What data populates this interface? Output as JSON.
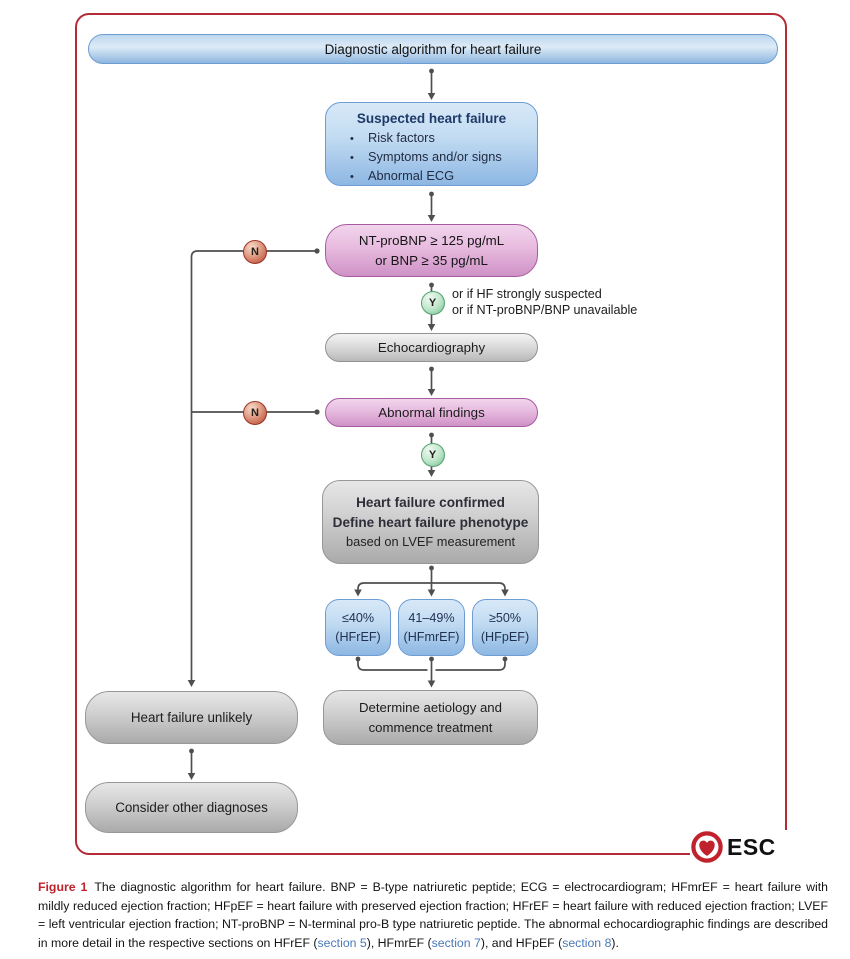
{
  "figure": {
    "banner": "Diagnostic algorithm for heart failure",
    "suspected": {
      "title": "Suspected heart failure",
      "bullets": [
        "Risk factors",
        "Symptoms and/or signs",
        "Abnormal ECG"
      ]
    },
    "nt": {
      "line1": "NT-proBNP ≥ 125 pg/mL",
      "line2": "or BNP ≥ 35 pg/mL"
    },
    "yes_note": {
      "line1": "or if HF strongly suspected",
      "line2": "or if NT-proBNP/BNP unavailable"
    },
    "echo": "Echocardiography",
    "abnormal": "Abnormal findings",
    "confirmed": {
      "line1": "Heart failure confirmed",
      "line2": "Define heart failure phenotype",
      "line3": "based on LVEF measurement"
    },
    "lvef": [
      {
        "range": "≤40%",
        "label": "(HFrEF)"
      },
      {
        "range": "41–49%",
        "label": "(HFmrEF)"
      },
      {
        "range": "≥50%",
        "label": "(HFpEF)"
      }
    ],
    "determine": {
      "line1": "Determine aetiology and",
      "line2": "commence treatment"
    },
    "unlikely": "Heart failure unlikely",
    "consider": "Consider other diagnoses",
    "badge_no": "N",
    "badge_yes": "Y",
    "logo_text": "ESC"
  },
  "caption": {
    "label": "Figure 1",
    "text1": "The diagnostic algorithm for heart failure. BNP = B-type natriuretic peptide; ECG = electrocardiogram; HFmrEF = heart failure with mildly reduced ejection fraction; HFpEF = heart failure with preserved ejection fraction; HFrEF = heart failure with reduced ejection fraction; LVEF = left ventricular ejection fraction; NT-proBNP = N-terminal pro-B type natriuretic peptide. The abnormal echocardiographic findings are described in more detail in the respective sections on HFrEF (",
    "link1": "section 5",
    "text2": "), HFmrEF (",
    "link2": "section 7",
    "text3": "), and HFpEF (",
    "link3": "section 8",
    "text4": ")."
  },
  "colors": {
    "panel_border": "#b22b35",
    "figure_label_red": "#c0232c",
    "esc_red": "#c0232c",
    "link_blue": "#4a79b8",
    "connector_gray": "#4f4f4f",
    "box_blue_border": "#6d9dd1",
    "box_pink_border": "#a85ba0",
    "no_badge_red": "#b5402c",
    "yes_badge_green": "#72bf8f"
  }
}
